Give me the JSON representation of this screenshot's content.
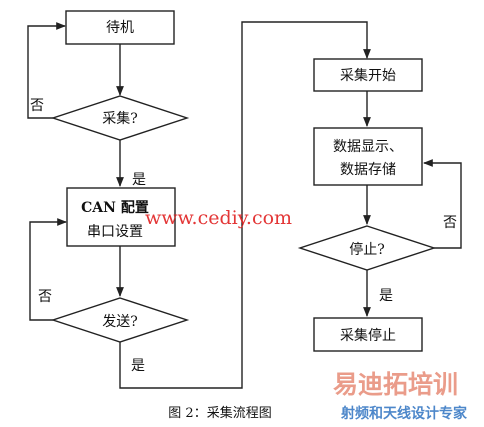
{
  "nodes": {
    "standby": "待机",
    "collect_decision": "采集?",
    "can_config_line1": "CAN 配置",
    "can_config_line2": "串口设置",
    "send_decision": "发送?",
    "collect_start": "采集开始",
    "data_display_line1": "数据显示、",
    "data_display_line2": "数据存储",
    "stop_decision": "停止?",
    "collect_stop": "采集停止"
  },
  "edge_labels": {
    "collect_no": "否",
    "collect_yes": "是",
    "send_no": "否",
    "send_yes": "是",
    "stop_no": "否",
    "stop_yes": "是"
  },
  "caption": "图 2：采集流程图",
  "watermark": {
    "url": "www.cediy.com",
    "logo_text": "易迪拓培训",
    "tagline": "射频和天线设计专家",
    "url_color": "#e02020",
    "logo_color": "#d94a2a",
    "tagline_color": "#3a7ac4"
  }
}
